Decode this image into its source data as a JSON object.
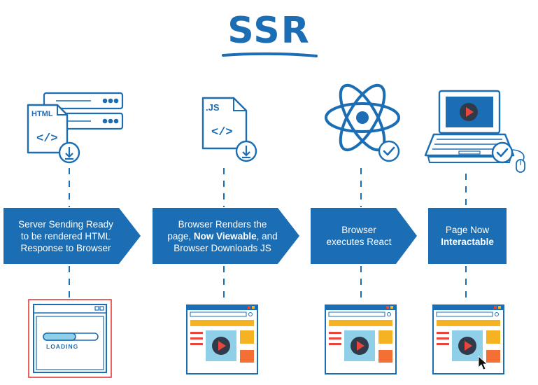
{
  "title": "SSR",
  "colors": {
    "primary": "#1b6db4",
    "accent_red": "#e8453c",
    "accent_yellow": "#f5b324",
    "accent_orange": "#f36f33",
    "frame_blue": "#8fd0e8",
    "loading_frame": "#e23b3b"
  },
  "icons": {
    "html_file": {
      "label": "HTML",
      "glyph": "</>"
    },
    "js_file": {
      "label": ".JS",
      "glyph": "</>"
    },
    "loading_label": "LOADING"
  },
  "steps": [
    {
      "line1": "Server Sending Ready",
      "line2": "to be rendered HTML",
      "line3": "Response to Browser"
    },
    {
      "line1": "Browser Renders the",
      "line2_pre": "page, ",
      "line2_bold": "Now Viewable",
      "line2_post": ", and",
      "line3": "Browser Downloads JS"
    },
    {
      "line1": "Browser",
      "line2": "executes React"
    },
    {
      "line1": "Page Now",
      "line2_bold": "Interactable"
    }
  ]
}
